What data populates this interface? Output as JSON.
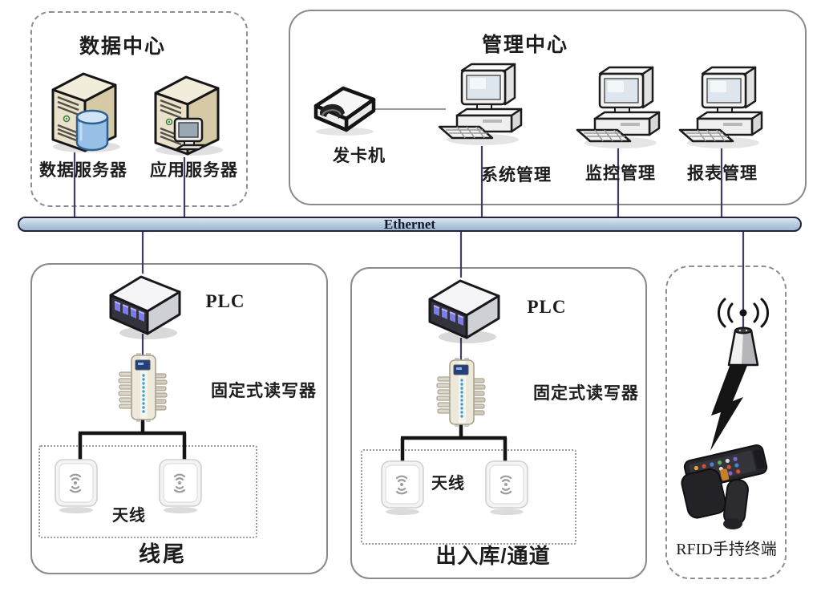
{
  "ethernet": {
    "label": "Ethernet",
    "fill": "#bccfe1",
    "border": "#23233b"
  },
  "data_center": {
    "title": "数据中心",
    "servers": [
      {
        "label": "数据服务器"
      },
      {
        "label": "应用服务器"
      }
    ]
  },
  "management_center": {
    "title": "管理中心",
    "card_issuer": {
      "label": "发卡机"
    },
    "workstations": [
      {
        "label": "系统管理"
      },
      {
        "label": "监控管理"
      },
      {
        "label": "报表管理"
      }
    ]
  },
  "line_end_zone": {
    "plc_label": "PLC",
    "reader_label": "固定式读写器",
    "antenna_label": "天线",
    "title": "线尾"
  },
  "channel_zone": {
    "plc_label": "PLC",
    "reader_label": "固定式读写器",
    "antenna_label": "天线",
    "title": "出入库/通道"
  },
  "handheld_zone": {
    "label": "RFID手持终端"
  },
  "colors": {
    "connection_line": "#3f3f63",
    "thick_line": "#141414",
    "box_border": "#8a8a8a",
    "text": "#1c1c1c"
  }
}
